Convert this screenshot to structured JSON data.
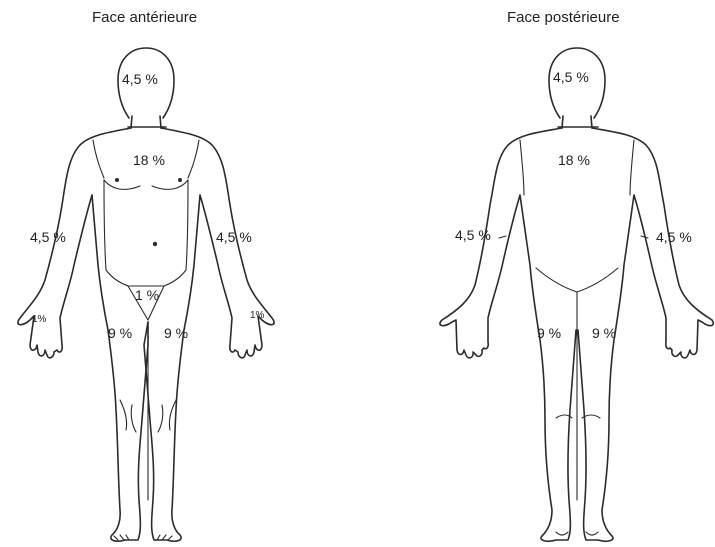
{
  "front": {
    "title": "Face antérieure",
    "head": "4,5 %",
    "trunk": "18 %",
    "arm_left": "4,5 %",
    "arm_right": "4,5 %",
    "genital": "1 %",
    "hand_left": "1%",
    "hand_right": "1%",
    "leg_left": "9 %",
    "leg_right": "9 %"
  },
  "back": {
    "title": "Face postérieure",
    "head": "4,5 %",
    "trunk": "18 %",
    "arm_left": "4,5 %",
    "arm_right": "4,5 %",
    "leg_left": "9 %",
    "leg_right": "9 %"
  }
}
